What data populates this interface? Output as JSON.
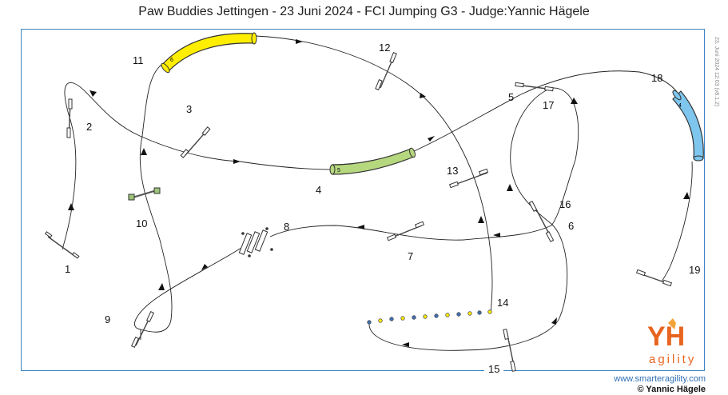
{
  "title": "Paw Buddies Jettingen - 23 Juni 2024 - FCI Jumping G3 - Judge:Yannic Hägele",
  "stamp": "23. Juni 2024 12:03 (v8.1.2)",
  "footer": {
    "website": "www.smarteragility.com",
    "copyright": "© Yannic Hägele"
  },
  "logo": {
    "initials": "YH",
    "word": "agility"
  },
  "colors": {
    "frame": "#3a86c8",
    "tunnel_yellow": "#ffee00",
    "tunnel_green": "#b5d77e",
    "tunnel_blue": "#7ec6ee",
    "logo": "#e8641e"
  },
  "obstacles": {
    "tunnel_6_label": "6",
    "tunnel_5_label": "5",
    "tunnel_4_label": "4"
  },
  "numbers": [
    "1",
    "2",
    "3",
    "4",
    "5",
    "6",
    "7",
    "8",
    "9",
    "10",
    "11",
    "12",
    "13",
    "14",
    "15",
    "16",
    "17",
    "18",
    "19"
  ]
}
